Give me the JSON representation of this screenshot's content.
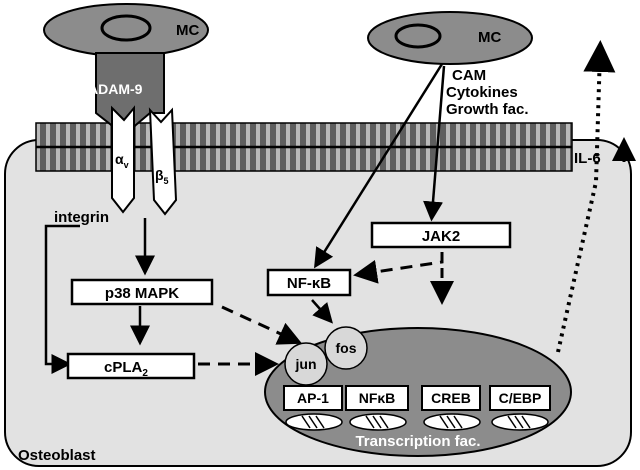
{
  "cells": {
    "mc_left": "MC",
    "mc_right": "MC",
    "osteoblast": "Osteoblast"
  },
  "molecules": {
    "adam9": "ADAM-9",
    "alpha_v": "α",
    "alpha_v_sub": "v",
    "beta5": "β",
    "beta5_sub": "5",
    "integrin": "integrin",
    "cam": "CAM",
    "cytokines": "Cytokines",
    "growth_fac": "Growth fac.",
    "il6": "IL-6"
  },
  "nodes": {
    "p38": "p38 MAPK",
    "cpla2": "cPLA",
    "cpla2_sub": "2",
    "nfkb": "NF-κB",
    "jak2": "JAK2",
    "fos": "fos",
    "jun": "jun"
  },
  "transcription_factors": [
    "AP-1",
    "NFκB",
    "CREB",
    "C/EBP"
  ],
  "transcription_label": "Transcription fac.",
  "colors": {
    "cell_fill": "#e2e2e2",
    "nucleus_fill": "#8c8c8c",
    "mc_fill": "#8c8c8c",
    "membrane": "#6e6e6e",
    "receptor": "#8a8a8a",
    "stroke": "#000000"
  }
}
